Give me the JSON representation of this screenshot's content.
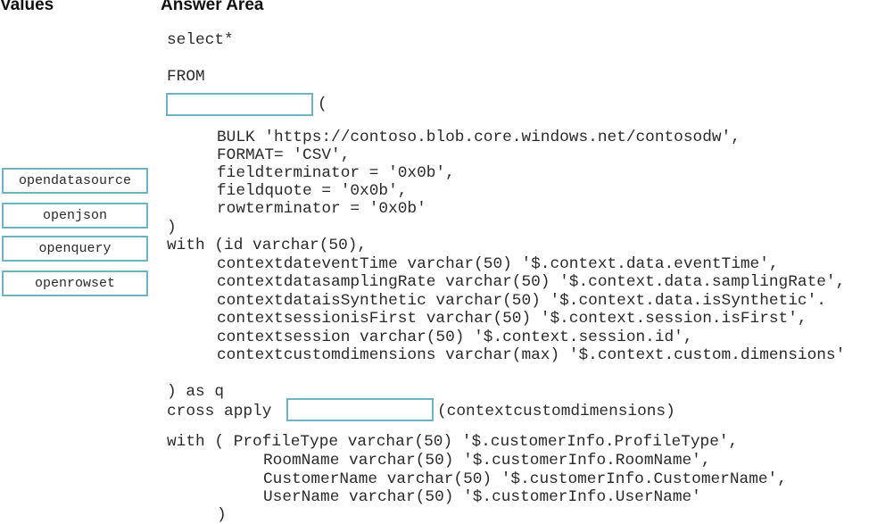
{
  "values_header": "Values",
  "answer_header": "Answer Area",
  "values": [
    "opendatasource",
    "openjson",
    "openquery",
    "openrowset"
  ],
  "code": {
    "select": "select*",
    "from": "FROM",
    "paren_open": "(",
    "bulk": "BULK 'https://contoso.blob.core.windows.net/contosodw',",
    "format": "FORMAT= 'CSV',",
    "fieldterminator": "fieldterminator = '0x0b',",
    "fieldquote": "fieldquote = '0x0b',",
    "rowterminator": "rowterminator = '0x0b'",
    "paren_close": ")",
    "with1": "with (id varchar(50),",
    "col1": "contextdateventTime varchar(50) '$.context.data.eventTime',",
    "col2": "contextdatasamplingRate varchar(50) '$.context.data.samplingRate',",
    "col3": "contextdataisSynthetic varchar(50) '$.context.data.isSynthetic'.",
    "col4": "contextsessionisFirst varchar(50) '$.context.session.isFirst',",
    "col5": "contextsession varchar(50) '$.context.session.id',",
    "col6": "contextcustomdimensions varchar(max) '$.context.custom.dimensions'",
    "as_q": ") as q",
    "cross_apply": "cross apply",
    "cross_apply_arg": "(contextcustomdimensions)",
    "with2": "with ( ProfileType varchar(50) '$.customerInfo.ProfileType',",
    "col7": "RoomName varchar(50) '$.customerInfo.RoomName',",
    "col8": "CustomerName varchar(50) '$.customerInfo.CustomerName',",
    "col9": "UserName varchar(50) '$.customerInfo.UserName'",
    "final_paren": ")"
  },
  "colors": {
    "box_border": "#6fb3c2"
  }
}
